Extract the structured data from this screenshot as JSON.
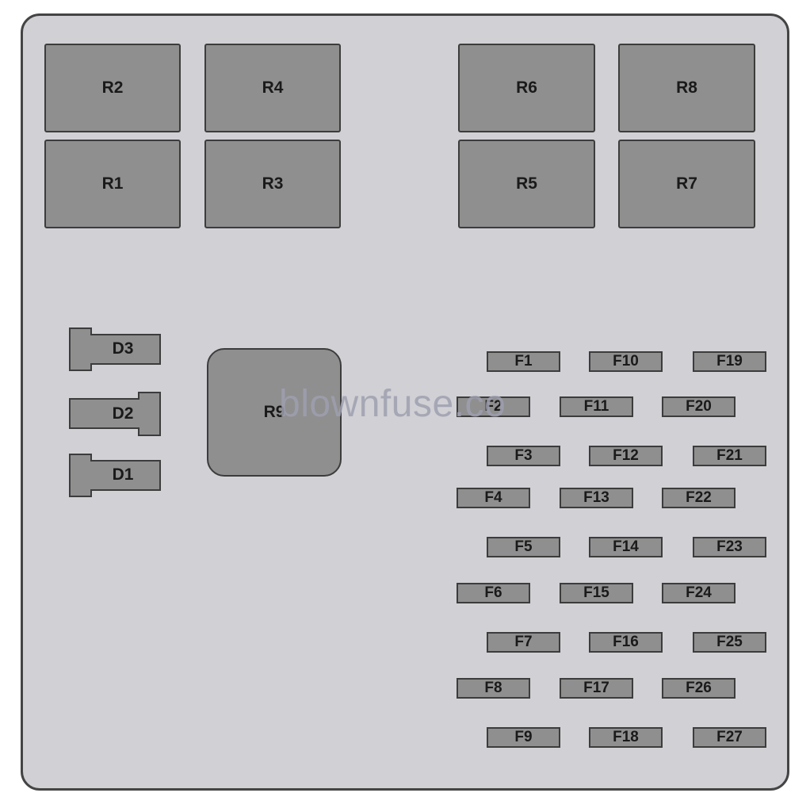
{
  "watermark": "blownfuse.co",
  "colors": {
    "panel": "#d0d0d5",
    "component": "#8f8f8f",
    "outline": "#3c3c3c"
  },
  "relays": {
    "R1": "R1",
    "R2": "R2",
    "R3": "R3",
    "R4": "R4",
    "R5": "R5",
    "R6": "R6",
    "R7": "R7",
    "R8": "R8",
    "R9": "R9"
  },
  "diodes": {
    "D1": "D1",
    "D2": "D2",
    "D3": "D3"
  },
  "fuses": {
    "F1": "F1",
    "F2": "F2",
    "F3": "F3",
    "F4": "F4",
    "F5": "F5",
    "F6": "F6",
    "F7": "F7",
    "F8": "F8",
    "F9": "F9",
    "F10": "F10",
    "F11": "F11",
    "F12": "F12",
    "F13": "F13",
    "F14": "F14",
    "F15": "F15",
    "F16": "F16",
    "F17": "F17",
    "F18": "F18",
    "F19": "F19",
    "F20": "F20",
    "F21": "F21",
    "F22": "F22",
    "F23": "F23",
    "F24": "F24",
    "F25": "F25",
    "F26": "F26",
    "F27": "F27"
  }
}
